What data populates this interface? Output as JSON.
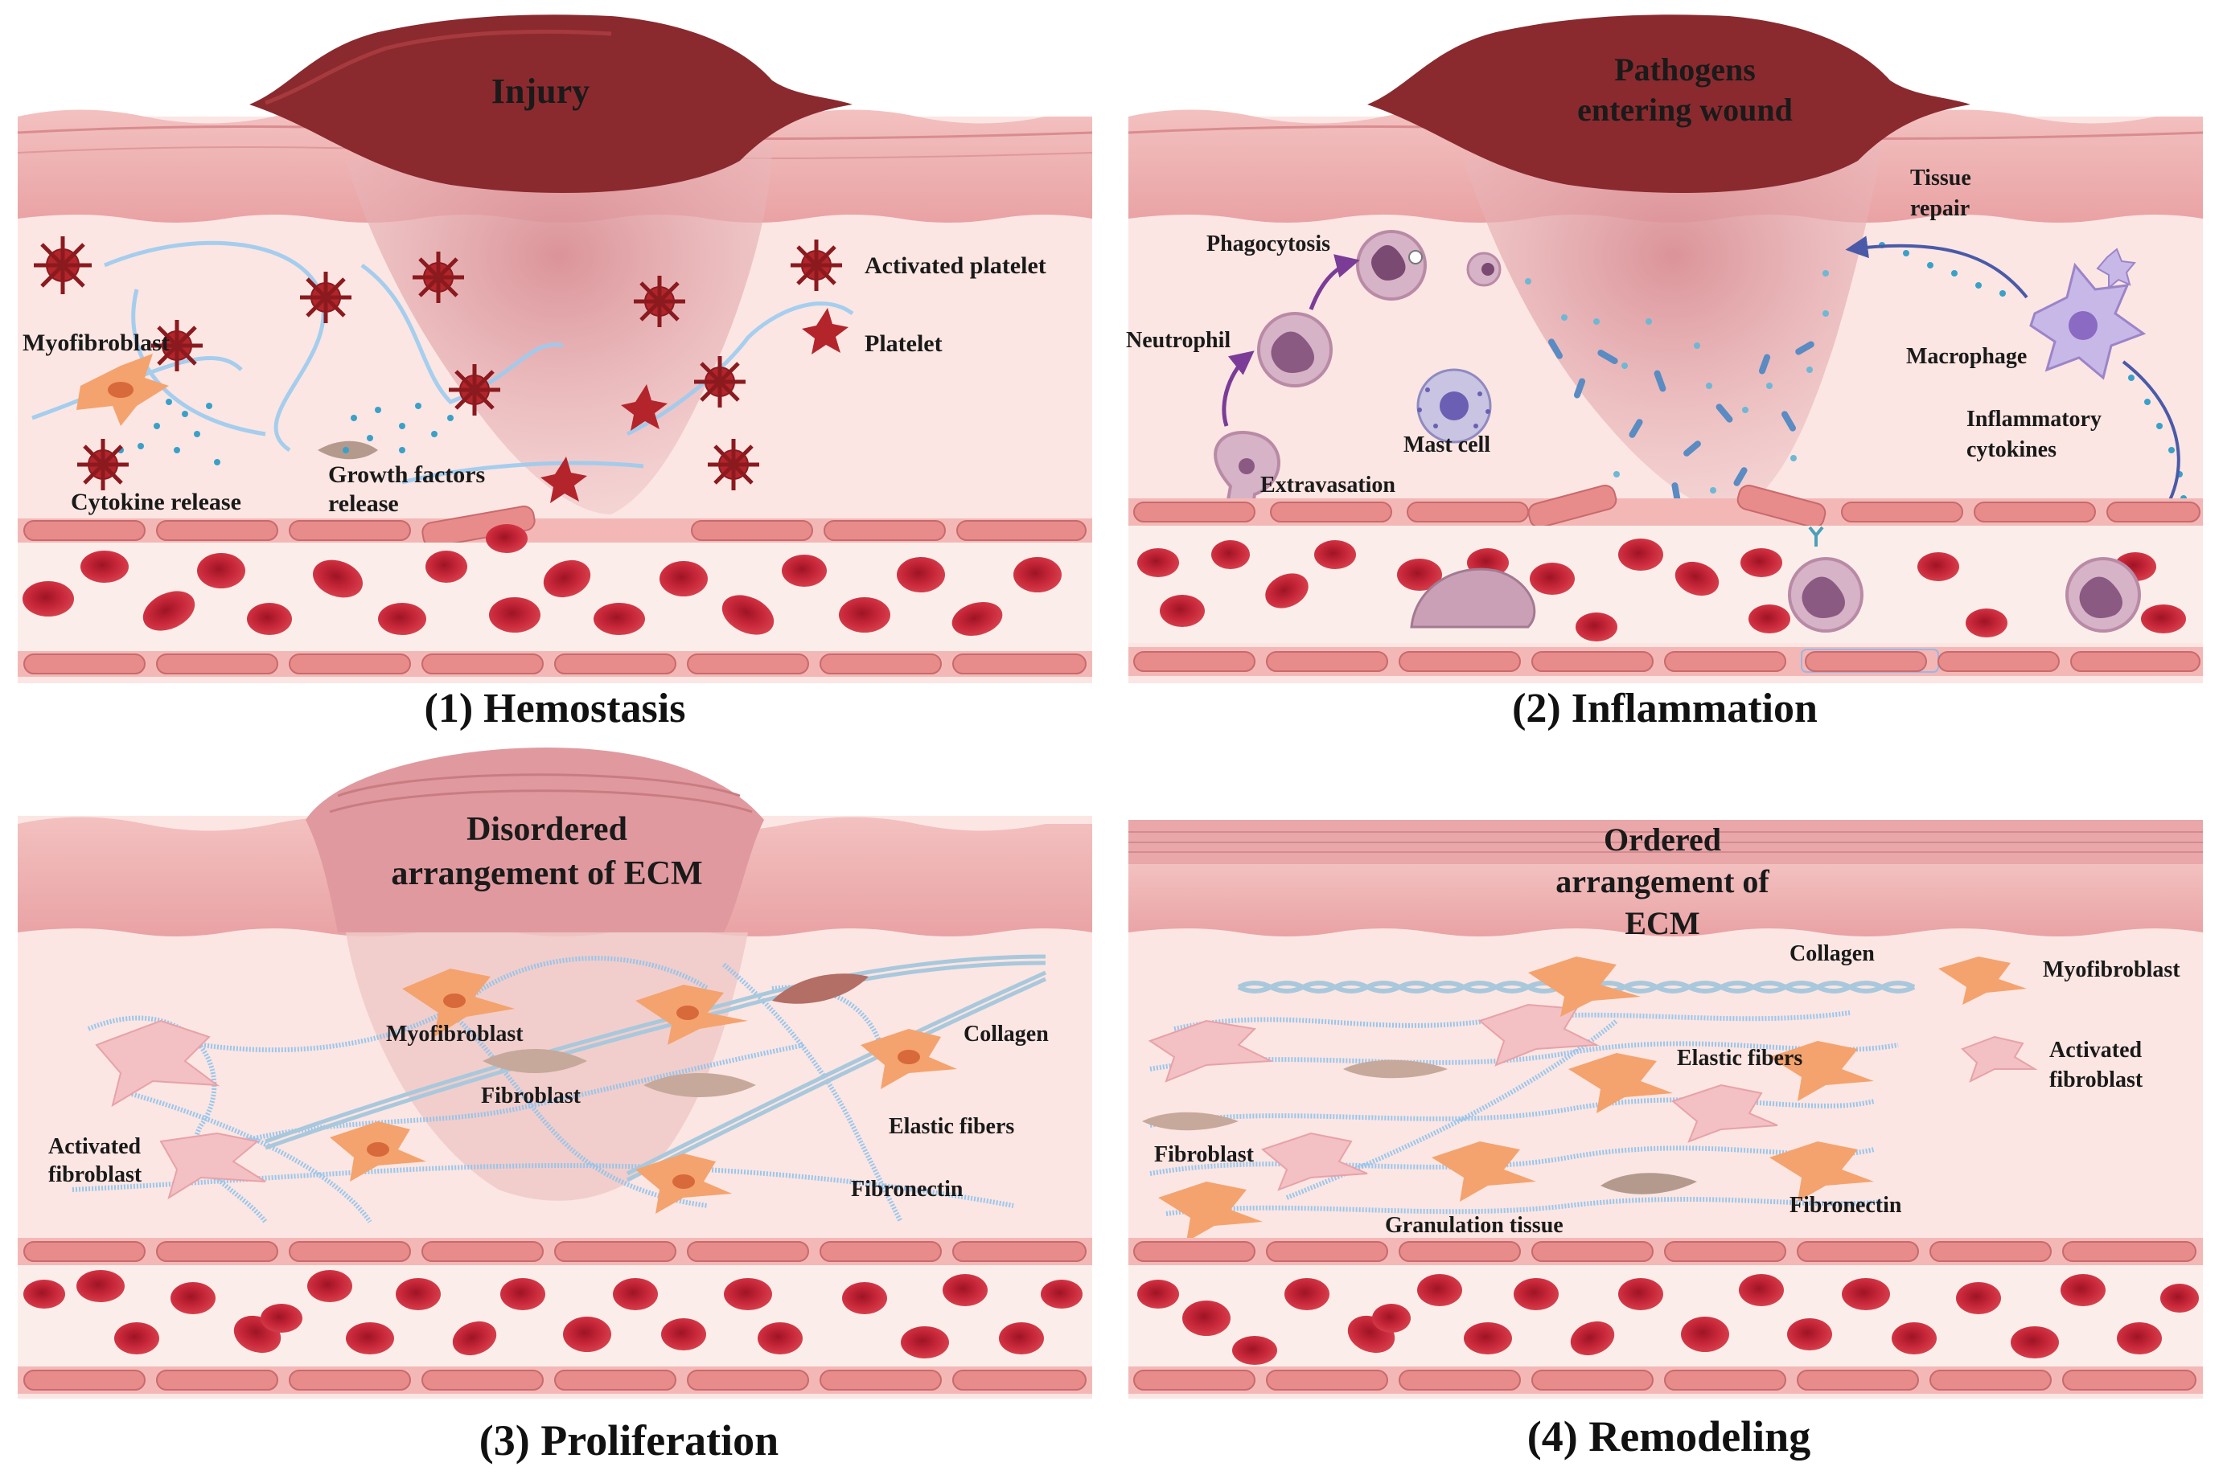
{
  "panels": [
    {
      "id": "hemostasis",
      "title": "(1) Hemostasis",
      "wound_label": "Injury",
      "labels": {
        "activated_platelet": "Activated platelet",
        "platelet": "Platelet",
        "myofibroblast": "Myofibroblast",
        "cytokine_release": "Cytokine release",
        "growth_factors_1": "Growth factors",
        "growth_factors_2": "release"
      }
    },
    {
      "id": "inflammation",
      "title": "(2) Inflammation",
      "wound_label_1": "Pathogens",
      "wound_label_2": "entering wound",
      "labels": {
        "phagocytosis": "Phagocytosis",
        "neutrophil": "Neutrophil",
        "mast_cell": "Mast cell",
        "extravasation": "Extravasation",
        "tissue_repair_1": "Tissue",
        "tissue_repair_2": "repair",
        "macrophage": "Macrophage",
        "inflammatory_1": "Inflammatory",
        "inflammatory_2": "cytokines"
      }
    },
    {
      "id": "proliferation",
      "title": "(3) Proliferation",
      "wound_label_1": "Disordered",
      "wound_label_2": "arrangement of ECM",
      "labels": {
        "myofibroblast": "Myofibroblast",
        "fibroblast": "Fibroblast",
        "collagen": "Collagen",
        "elastic_fibers": "Elastic fibers",
        "fibronectin": "Fibronectin",
        "activated_fibroblast_1": "Activated",
        "activated_fibroblast_2": "fibroblast"
      }
    },
    {
      "id": "remodeling",
      "title": "(4) Remodeling",
      "wound_label_1": "Ordered",
      "wound_label_2": "arrangement of",
      "wound_label_3": "ECM",
      "labels": {
        "collagen": "Collagen",
        "myofibroblast": "Myofibroblast",
        "elastic_fibers": "Elastic fibers",
        "activated_fibroblast_1": "Activated",
        "activated_fibroblast_2": "fibroblast",
        "fibroblast": "Fibroblast",
        "granulation_tissue": "Granulation tissue",
        "fibronectin": "Fibronectin"
      }
    }
  ],
  "colors": {
    "epidermis": "#e8a3a6",
    "dermis": "#f9e0dd",
    "wound_scab": "#8a2a2e",
    "blood_cell": "#c62a3a",
    "fiber": "#8fc3ee",
    "fibroblast_orange": "#f4a36e",
    "platelet": "#b3252b",
    "immune_cell": "#b98aa6",
    "arrow": "#7b3c97"
  }
}
